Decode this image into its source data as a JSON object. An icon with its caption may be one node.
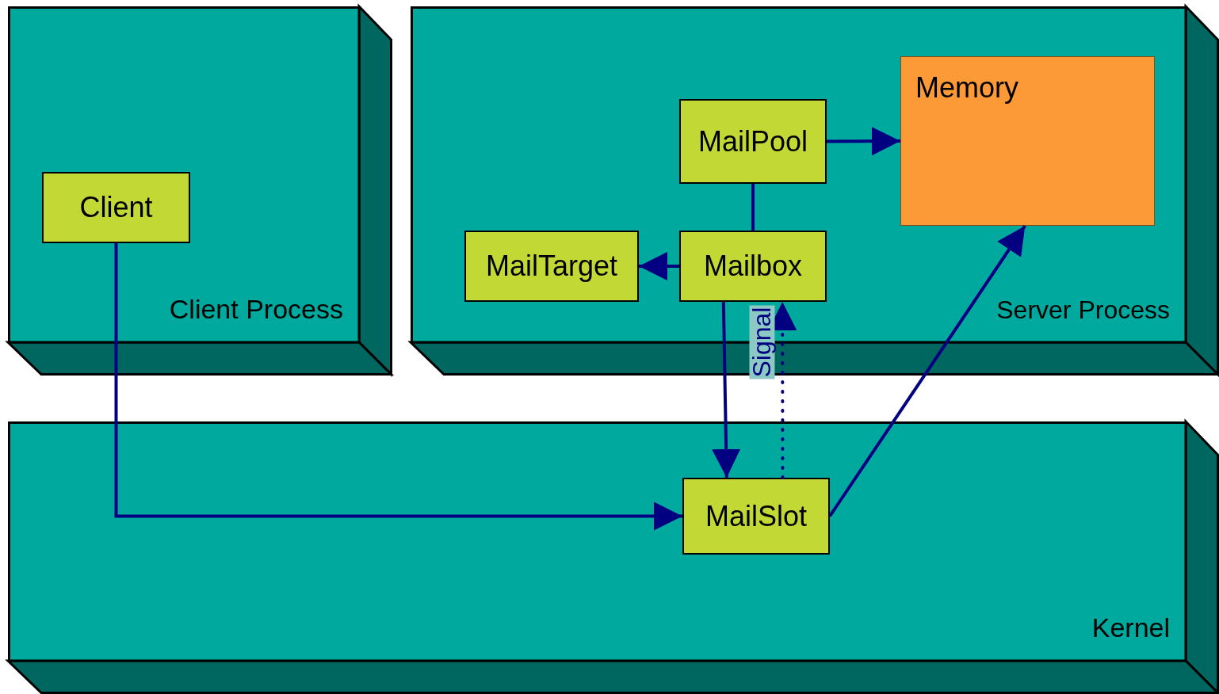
{
  "diagram": {
    "nodes": [
      {
        "text": [
          "Client Process"
        ]
      },
      {
        "text": [
          "Client"
        ],
        "in": 0
      },
      {
        "text": [
          "Server Process"
        ]
      },
      {
        "text": [
          "Memory"
        ],
        "in": 2
      },
      {
        "text": [
          "MailPool"
        ],
        "in": 2
      },
      {
        "text": [
          "MailTarget"
        ],
        "in": 2
      },
      {
        "text": [
          "Mailbox"
        ],
        "in": 2
      },
      {
        "text": [
          "Kernel"
        ]
      },
      {
        "text": [
          "MailSlot"
        ],
        "in": 7
      }
    ],
    "edges": [
      {
        "from": 1,
        "to": 8,
        "arrow": "to"
      },
      {
        "from": 4,
        "to": 3,
        "arrow": "to"
      },
      {
        "from": 4,
        "to": 6,
        "arrow": "none"
      },
      {
        "from": 6,
        "to": 5,
        "arrow": "to"
      },
      {
        "from": 6,
        "to": 8,
        "arrow": "to"
      },
      {
        "from": 8,
        "to": 6,
        "arrow": "to",
        "label": "Signal",
        "style": "dashed"
      },
      {
        "from": 8,
        "to": 3,
        "arrow": "to"
      }
    ]
  }
}
